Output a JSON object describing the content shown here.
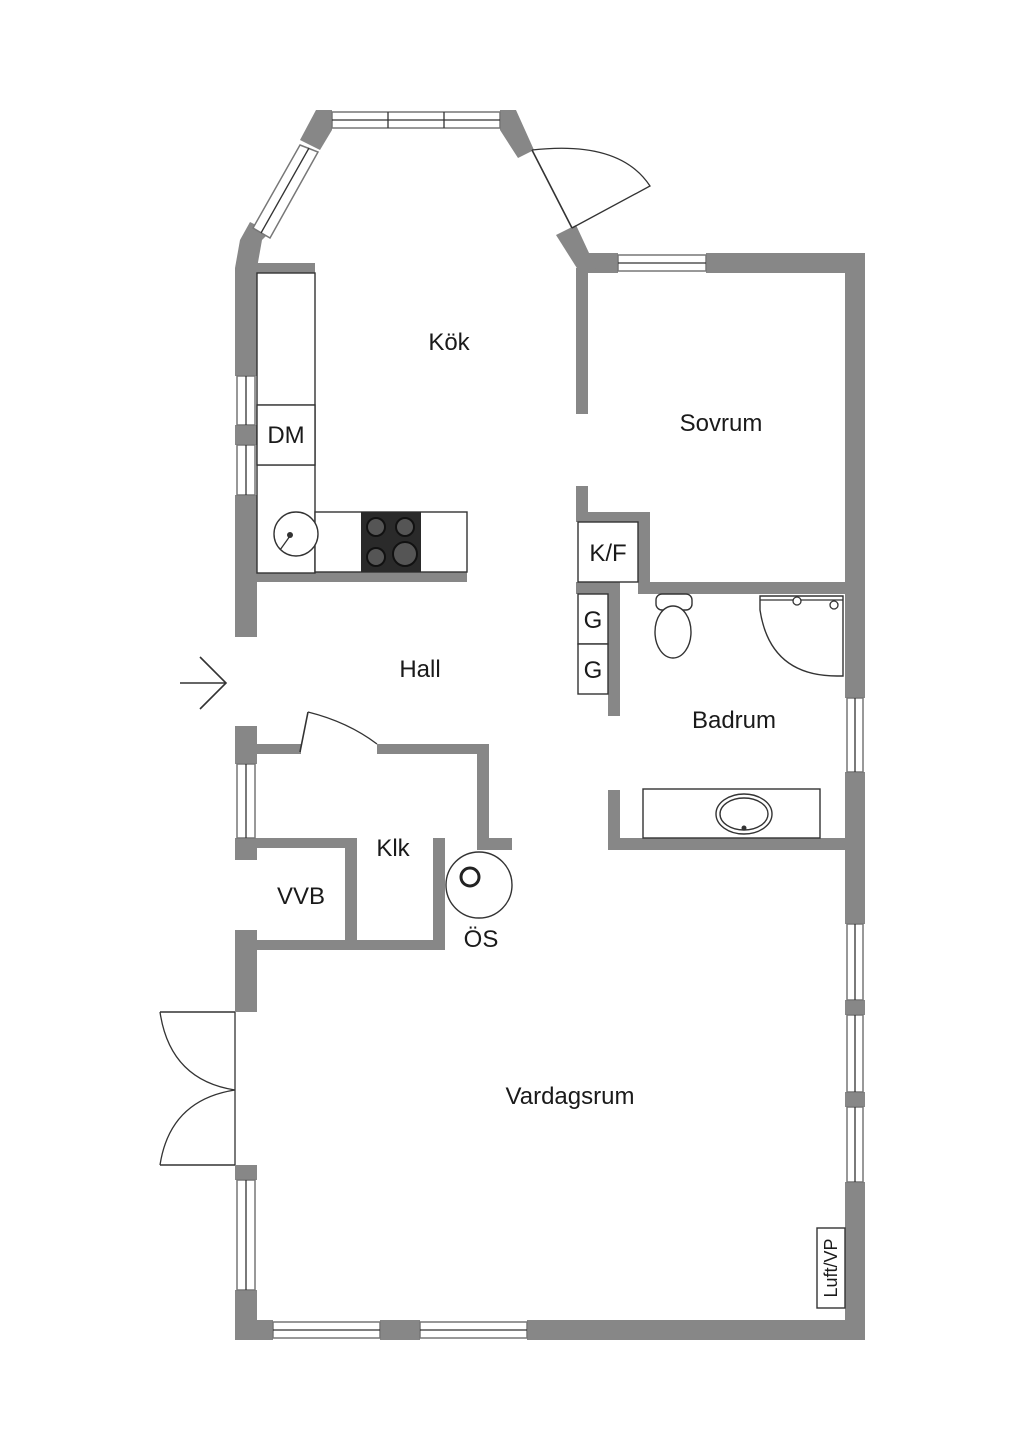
{
  "rooms": {
    "kok": "Kök",
    "sovrum": "Sovrum",
    "hall": "Hall",
    "badrum": "Badrum",
    "klk": "Klk",
    "vvb": "VVB",
    "os": "ÖS",
    "vardagsrum": "Vardagsrum"
  },
  "fixtures": {
    "dm": "DM",
    "kf": "K/F",
    "g1": "G",
    "g2": "G",
    "luft": "Luft/VP"
  },
  "colors": {
    "wall": "#878787",
    "background": "#ffffff"
  }
}
